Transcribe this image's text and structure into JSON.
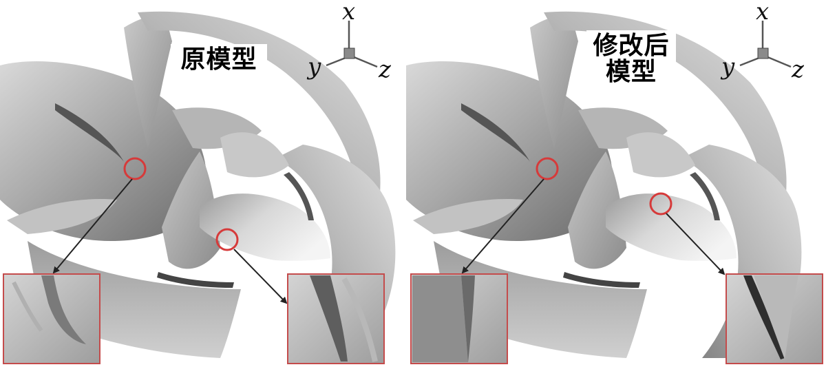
{
  "panels": [
    {
      "label_lines": [
        "原模型"
      ],
      "axes": {
        "x": "x",
        "y": "y",
        "z": "z"
      }
    },
    {
      "label_lines": [
        "修改后",
        "模型"
      ],
      "axes": {
        "x": "x",
        "y": "y",
        "z": "z"
      }
    }
  ],
  "colors": {
    "surface_light": "#e2e2e2",
    "surface_mid": "#b0b0b0",
    "surface_dark": "#5a5a5a",
    "highlight_circle": "#d63a3a",
    "inset_border": "#c44b4b",
    "arrow": "#222222"
  }
}
